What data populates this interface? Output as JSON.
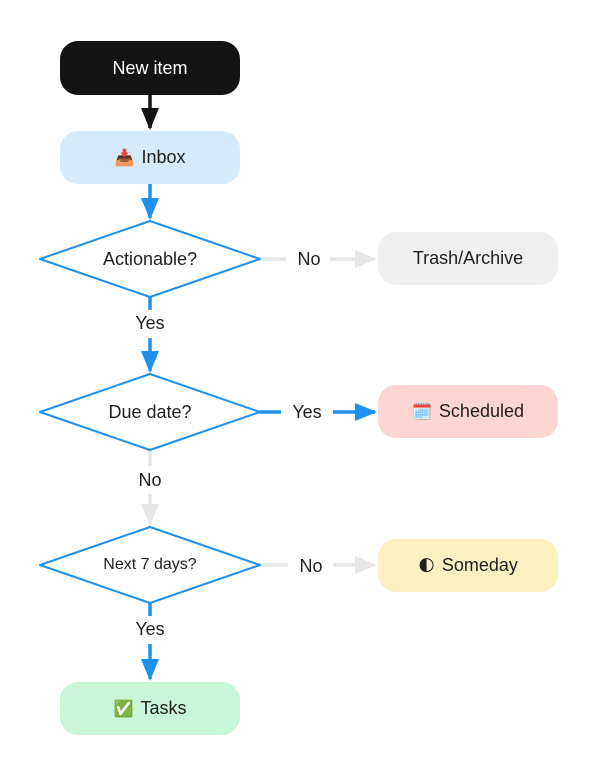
{
  "nodes": {
    "start": {
      "label": "New item"
    },
    "inbox": {
      "label": "Inbox",
      "glyph": "📥",
      "icon": "inbox-tray-icon"
    },
    "actionable": {
      "label": "Actionable?"
    },
    "due_date": {
      "label": "Due date?"
    },
    "next_7_days": {
      "label": "Next 7 days?"
    },
    "trash": {
      "label": "Trash/Archive"
    },
    "scheduled": {
      "label": "Scheduled",
      "glyph": "🗓️",
      "icon": "calendar-icon"
    },
    "someday": {
      "label": "Someday",
      "glyph": "🌓",
      "icon": "half-moon-icon"
    },
    "tasks": {
      "label": "Tasks",
      "glyph": "✅",
      "icon": "check-mark-icon"
    }
  },
  "edges": {
    "actionable_no": "No",
    "actionable_yes": "Yes",
    "due_yes": "Yes",
    "due_no": "No",
    "next7_no": "No",
    "next7_yes": "Yes"
  },
  "colors": {
    "active_path": "#1e90f0",
    "inactive_path": "#e6e6e6",
    "start_arrow": "#141414",
    "start_fill": "#141414",
    "inbox_fill": "#d5ebfc",
    "trash_fill": "#efefef",
    "scheduled_fill": "#fdd5d3",
    "someday_fill": "#fcefc0",
    "tasks_fill": "#c9f5d8",
    "decision_stroke": "#1e90f0"
  }
}
